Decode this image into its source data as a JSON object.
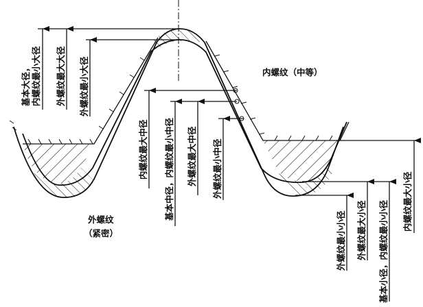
{
  "diagram": {
    "labels": {
      "basic_major_1": "基本大径，",
      "basic_major_2": "内螺纹最小大径",
      "ext_max_major": "外螺纹最大大径",
      "ext_min_major": "外螺纹最小大径",
      "int_thread": "内螺纹（中等）",
      "int_max_pitch": "内螺纹最大中径",
      "basic_pitch": "基本中径，内螺纹最小中径",
      "ext_max_pitch": "外螺纹最大中径",
      "ext_min_pitch": "外螺纹最小中径",
      "ext_thread": "外螺纹",
      "ext_thread_fit": "（紧密）",
      "ext_min_minor": "外螺纹最小小径",
      "ext_max_minor": "外螺纹最大小径",
      "basic_minor": "基本小径，内螺纹最小小径",
      "int_max_minor": "内螺纹最大小径"
    }
  }
}
